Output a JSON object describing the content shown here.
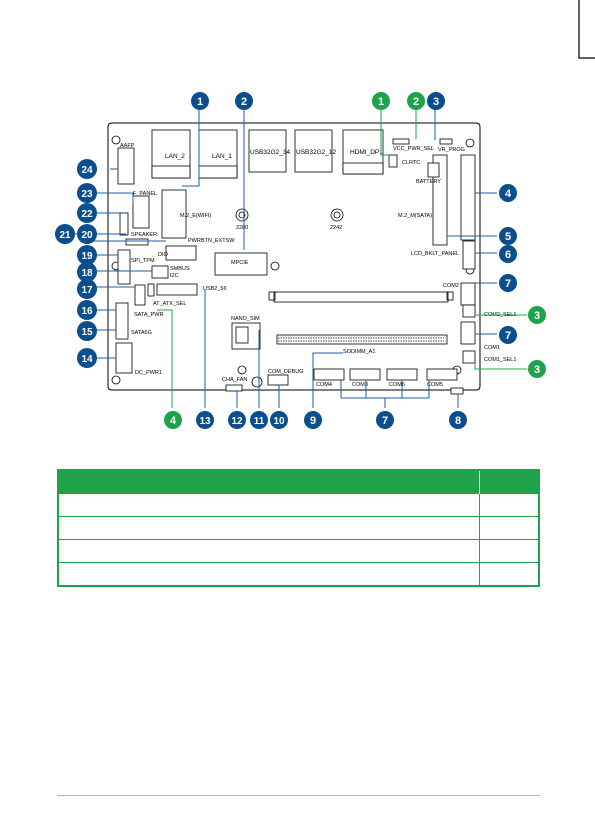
{
  "colors": {
    "callout_blue": "#0a4f8c",
    "callout_green": "#1ea34a",
    "board_outline": "#000000",
    "leader_blue": "#1d5fa3",
    "leader_green": "#1ea34a",
    "table_green": "#1ea34a",
    "page_tab": "#000000"
  },
  "icons": {
    "page_tab": "page-tab-arrow"
  },
  "board": {
    "ports_top": [
      "LAN_2",
      "LAN_1",
      "USB32G2_34",
      "USB32G2_12",
      "HDMI_DP1"
    ],
    "header_labels": {
      "aaff": "AAFP",
      "f_panel": "F_PANEL",
      "speaker": "SPEAKER",
      "pwrbtn": "PWRBTN_EXTSW",
      "dio": "DIO",
      "spi_tpm": "SPI_TPM",
      "smbus": "SMBUS",
      "i2c": "I2C",
      "at_atx": "AT_ATX_SEL",
      "usb2": "USB2_56",
      "sata_pwr": "SATA_PWR",
      "sata6g": "SATA6G",
      "dc_pwr": "DC_PWR1",
      "m2e": "M.2_E(WIFI)",
      "m2m": "M.2_M(SATA)",
      "mpcie": "MPCIE",
      "h2280": "2280",
      "h2242": "2242",
      "clrtc": "CLRTC",
      "vcc_pwr": "VCC_PWR_SEL",
      "vr_prog": "VR_PROG",
      "battery": "BATTERY",
      "lcd": "LCD_BKLT_PANEL",
      "com2": "COM2",
      "com2_sel": "COM2_SEL1",
      "com1": "COM1",
      "com1_sel": "COM1_SEL1",
      "sodimm": "SODIMM_A1",
      "nano_sim": "NANO_SIM",
      "cha_fan": "CHA_FAN",
      "com_debug": "COM_DEBUG",
      "com4": "COM4",
      "com3": "COM3",
      "com6": "COM6",
      "com5": "COM5"
    }
  },
  "callouts": {
    "top": [
      "1",
      "2",
      "1",
      "2",
      "3"
    ],
    "right": [
      "4",
      "5",
      "6",
      "7",
      "3",
      "7",
      "3"
    ],
    "left": [
      "24",
      "23",
      "22",
      "21",
      "20",
      "19",
      "18",
      "17",
      "16",
      "15",
      "14"
    ],
    "bottom": [
      "4",
      "13",
      "12",
      "11",
      "10",
      "9",
      "7",
      "8"
    ]
  },
  "table": {
    "rows": 4
  }
}
